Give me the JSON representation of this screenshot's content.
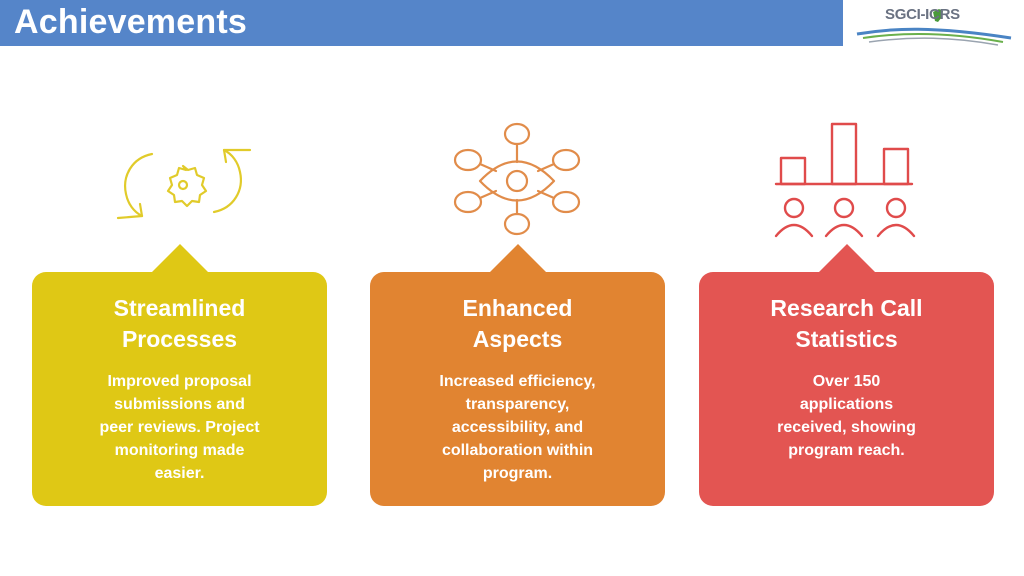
{
  "header": {
    "title": "Achievements",
    "logo_text": "SGCI-ICRS"
  },
  "colors": {
    "title_bar": "#5585c9",
    "yellow": "#dfc815",
    "orange": "#e18431",
    "red": "#e35552"
  },
  "cards": [
    {
      "icon": "gear-cycle-icon",
      "heading_lines": [
        "Streamlined",
        "Processes"
      ],
      "body_lines": [
        "Improved proposal",
        "submissions and",
        "peer reviews. Project",
        "monitoring made",
        "easier."
      ]
    },
    {
      "icon": "eye-network-icon",
      "heading_lines": [
        "Enhanced",
        "Aspects"
      ],
      "body_lines": [
        "Increased efficiency,",
        "transparency,",
        "accessibility, and",
        "collaboration within",
        "program."
      ]
    },
    {
      "icon": "bar-chart-people-icon",
      "heading_lines": [
        "Research Call",
        "Statistics"
      ],
      "body_lines": [
        "Over 150",
        "applications",
        "received, showing",
        "program reach."
      ]
    }
  ]
}
